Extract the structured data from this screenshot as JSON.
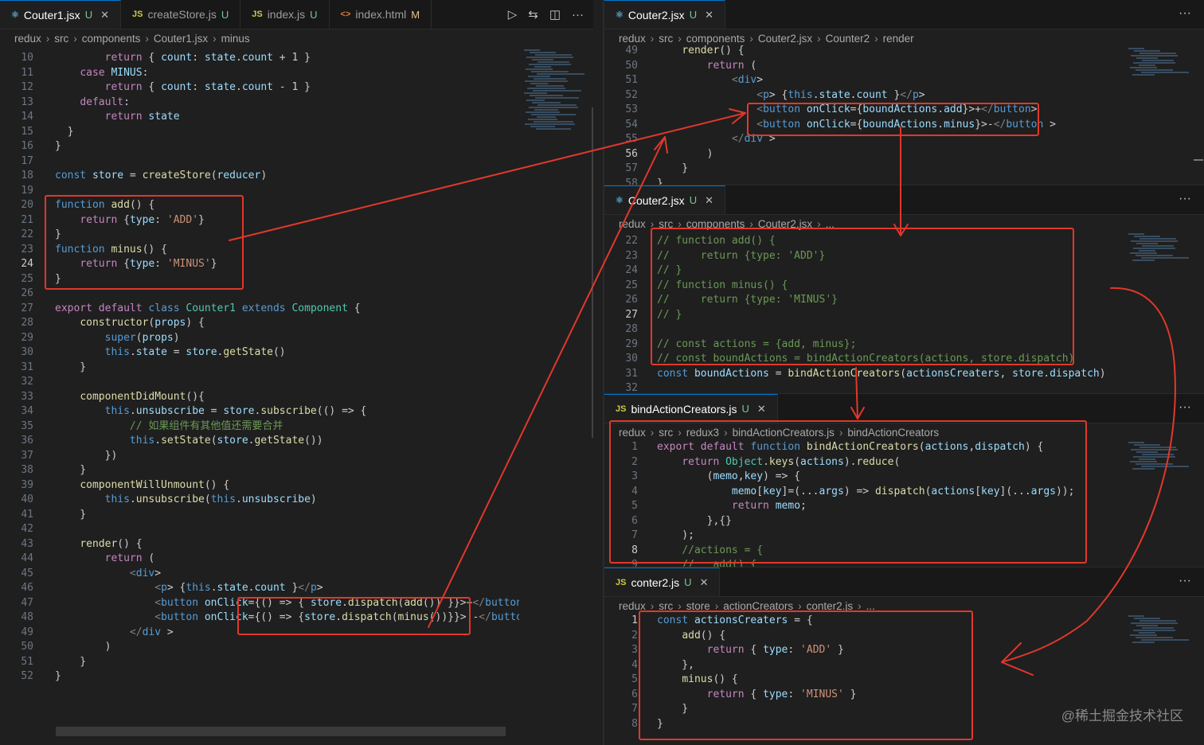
{
  "left_editor": {
    "tabs": [
      {
        "icon": "react-icon",
        "icon_glyph": "⚛",
        "label": "Couter1.jsx",
        "status": "U",
        "active": true,
        "close": "✕"
      },
      {
        "icon": "js-icon",
        "icon_glyph": "JS",
        "label": "createStore.js",
        "status": "U",
        "active": false
      },
      {
        "icon": "js-icon",
        "icon_glyph": "JS",
        "label": "index.js",
        "status": "U",
        "active": false
      },
      {
        "icon": "html-icon",
        "icon_glyph": "<>",
        "label": "index.html",
        "status": "M",
        "active": false
      }
    ],
    "actions": {
      "run": "▷",
      "compare": "⇆",
      "split": "◫",
      "more": "···"
    },
    "breadcrumb": [
      "redux",
      "src",
      "components",
      "Couter1.jsx",
      "minus"
    ],
    "first_line": 10,
    "current_line": 24,
    "lines": [
      "        return { count: state.count + 1 }",
      "    case MINUS:",
      "        return { count: state.count - 1 }",
      "    default:",
      "        return state",
      "  }",
      "}",
      "",
      "const store = createStore(reducer)",
      "",
      "function add() {",
      "    return {type: 'ADD'}",
      "}",
      "function minus() {",
      "    return {type: 'MINUS'}",
      "}",
      "",
      "export default class Counter1 extends Component {",
      "    constructor(props) {",
      "        super(props)",
      "        this.state = store.getState()",
      "    }",
      "",
      "    componentDidMount(){",
      "        this.unsubscribe = store.subscribe(() => {",
      "            // 如果组件有其他值还需要合并",
      "            this.setState(store.getState())",
      "        })",
      "    }",
      "    componentWillUnmount() {",
      "        this.unsubscribe(this.unsubscribe)",
      "    }",
      "",
      "    render() {",
      "        return (",
      "            <div>",
      "                <p> {this.state.count }</p>",
      "                <button onClick={() => { store.dispatch(add()) }}>+</button>",
      "                <button onClick={() => {store.dispatch(minus())}}> -</button >",
      "            </div >",
      "        )",
      "    }",
      "}"
    ]
  },
  "right_panes": [
    {
      "tab": {
        "icon": "react-icon",
        "icon_glyph": "⚛",
        "label": "Couter2.jsx",
        "status": "U",
        "close": "✕"
      },
      "breadcrumb": [
        "redux",
        "src",
        "components",
        "Couter2.jsx",
        "Counter2",
        "render"
      ],
      "first_line": 49,
      "current_line": 56,
      "lines": [
        "    render() {",
        "        return (",
        "            <div>",
        "                <p> {this.state.count }</p>",
        "                <button onClick={boundActions.add}>+</button>",
        "                <button onClick={boundActions.minus}>-</button >",
        "            </div >",
        "        )",
        "    }",
        "}"
      ]
    },
    {
      "tab": {
        "icon": "react-icon",
        "icon_glyph": "⚛",
        "label": "Couter2.jsx",
        "status": "U",
        "close": "✕"
      },
      "breadcrumb": [
        "redux",
        "src",
        "components",
        "Couter2.jsx",
        "..."
      ],
      "first_line": 22,
      "current_line": 27,
      "lines": [
        "// function add() {",
        "//     return {type: 'ADD'}",
        "// }",
        "// function minus() {",
        "//     return {type: 'MINUS'}",
        "// }",
        "",
        "// const actions = {add, minus};",
        "// const boundActions = bindActionCreators(actions, store.dispatch)",
        "const boundActions = bindActionCreators(actionsCreaters, store.dispatch)",
        ""
      ]
    },
    {
      "tab": {
        "icon": "js-icon",
        "icon_glyph": "JS",
        "label": "bindActionCreators.js",
        "status": "U",
        "close": "✕"
      },
      "breadcrumb": [
        "redux",
        "src",
        "redux3",
        "bindActionCreators.js",
        "bindActionCreators"
      ],
      "first_line": 1,
      "current_line": 8,
      "lines": [
        "export default function bindActionCreators(actions,dispatch) {",
        "    return Object.keys(actions).reduce(",
        "        (memo,key) => {",
        "            memo[key]=(...args) => dispatch(actions[key](...args));",
        "            return memo;",
        "        },{}",
        "    );",
        "    //actions = {",
        "    //   add() {"
      ]
    },
    {
      "tab": {
        "icon": "js-icon",
        "icon_glyph": "JS",
        "label": "conter2.js",
        "status": "U",
        "close": "✕"
      },
      "breadcrumb": [
        "redux",
        "src",
        "store",
        "actionCreators",
        "conter2.js",
        "..."
      ],
      "first_line": 1,
      "current_line": 1,
      "lines": [
        "const actionsCreaters = {",
        "    add() {",
        "        return { type: 'ADD' }",
        "    },",
        "    minus() {",
        "        return { type: 'MINUS' }",
        "    }",
        "}"
      ]
    }
  ],
  "pane_more": "···",
  "watermark": "@稀土掘金技术社区",
  "colors": {
    "keyword": "#569cd6",
    "control": "#c586c0",
    "function": "#dcdcaa",
    "string": "#ce9178",
    "comment": "#6a9955",
    "variable": "#9cdcfe",
    "class": "#4ec9b0",
    "tag": "#569cd6",
    "annotation": "#e0382b"
  }
}
